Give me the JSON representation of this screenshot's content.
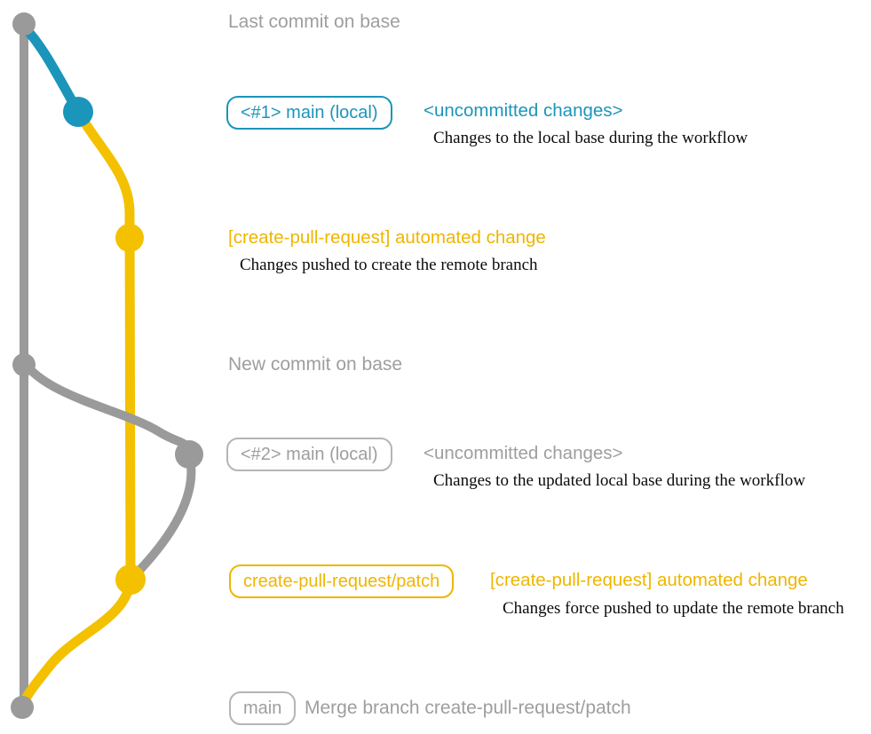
{
  "colors": {
    "background": "#ffffff",
    "gray_line": "#9a9a9a",
    "gray_text": "#9e9e9e",
    "blue": "#1b95ba",
    "yellow_line": "#f3c100",
    "yellow_text": "#eeb600",
    "caption_text": "#0b0b0b"
  },
  "graph": {
    "nodes": [
      {
        "id": "base-last-commit",
        "branch": "base",
        "color": "#9a9a9a"
      },
      {
        "id": "main-local-1",
        "branch": "main (local)",
        "color": "#1b95ba"
      },
      {
        "id": "create-pull-request-patch-1",
        "branch": "create-pull-request/patch",
        "color": "#f3c100"
      },
      {
        "id": "base-new-commit",
        "branch": "base",
        "color": "#9a9a9a"
      },
      {
        "id": "main-local-2",
        "branch": "main (local)",
        "color": "#9a9a9a"
      },
      {
        "id": "create-pull-request-patch-2",
        "branch": "create-pull-request/patch",
        "color": "#f3c100"
      },
      {
        "id": "base-merge-commit",
        "branch": "base",
        "color": "#9a9a9a"
      }
    ]
  },
  "annotations": {
    "last_commit": "Last commit on base",
    "badge1": "<#1> main (local)",
    "uncommitted1": "<uncommitted changes>",
    "caption1": "Changes to the local base during the workflow",
    "automated1": "[create-pull-request] automated change",
    "caption2": "Changes pushed to create the remote branch",
    "new_commit": "New commit on base",
    "badge2": "<#2> main (local)",
    "uncommitted2": "<uncommitted changes>",
    "caption3": "Changes to the updated local base during the workflow",
    "badge3": "create-pull-request/patch",
    "automated2": "[create-pull-request] automated change",
    "caption4": "Changes force pushed to update the remote branch",
    "badge4": "main",
    "merge_text": "Merge branch create-pull-request/patch"
  }
}
